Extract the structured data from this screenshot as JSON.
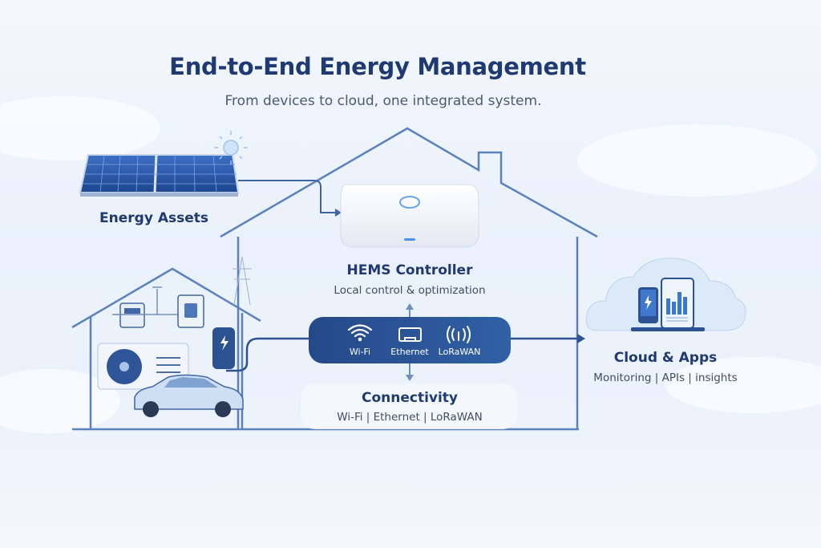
{
  "header": {
    "title": "End-to-End Energy Management",
    "subtitle": "From devices to cloud, one integrated system."
  },
  "energy_assets": {
    "label": "Energy Assets"
  },
  "hems": {
    "title": "HEMS Controller",
    "subtitle": "Local control & optimization"
  },
  "connectivity_bar": {
    "items": [
      {
        "label": "Wi-Fi",
        "icon": "wifi-icon"
      },
      {
        "label": "Ethernet",
        "icon": "ethernet-icon"
      },
      {
        "label": "LoRaWAN",
        "icon": "radio-signal-icon"
      }
    ]
  },
  "connectivity": {
    "title": "Connectivity",
    "subtitle": "Wi-Fi | Ethernet | LoRaWAN"
  },
  "cloud": {
    "title": "Cloud & Apps",
    "subtitle": "Monitoring | APIs | insights"
  },
  "colors": {
    "navy": "#1f3a72",
    "line": "#5b82bd",
    "bar": "#2c5292",
    "accent": "#3a78d0"
  }
}
